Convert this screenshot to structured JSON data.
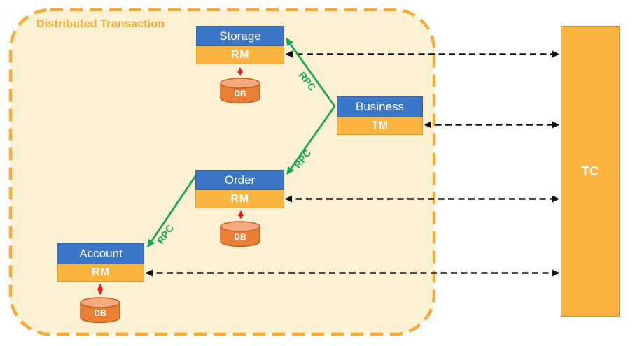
{
  "boundary": {
    "label": "Distributed Transaction"
  },
  "tc": {
    "label": "TC"
  },
  "nodes": [
    {
      "app": "Storage",
      "role": "RM",
      "db": "DB"
    },
    {
      "app": "Business",
      "role": "TM"
    },
    {
      "app": "Order",
      "role": "RM",
      "db": "DB"
    },
    {
      "app": "Account",
      "role": "RM",
      "db": "DB"
    }
  ],
  "edges": {
    "rpc_label": "RPC"
  },
  "colors": {
    "boundary_fill": "#FCF1D2",
    "boundary_stroke": "#F6AC3B",
    "title_orange": "#F3A93D",
    "service_blue": "#3B76C7",
    "resource_orange": "#FBB440",
    "tc_fill": "#FBB440",
    "db_body": "#E97E35",
    "db_top": "#F3AB7D",
    "rpc_green": "#17A652",
    "db_link_red": "#ED1C24",
    "tc_link_black": "#111111"
  }
}
